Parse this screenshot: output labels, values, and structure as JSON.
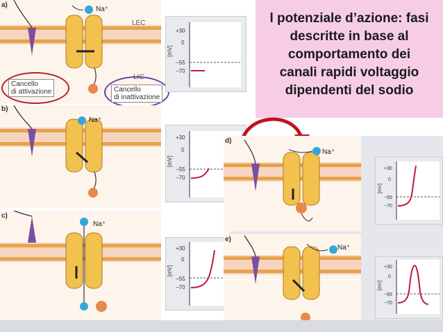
{
  "title": {
    "lines": [
      "l potenziale d’azione: fasi",
      "descritte in base al",
      "comportamento dei",
      "canali rapidi voltaggio",
      "dipendenti del sodio"
    ]
  },
  "panels": [
    {
      "tag": "a)",
      "ion": "Na⁺"
    },
    {
      "tag": "b)",
      "ion": "Na⁺"
    },
    {
      "tag": "c)",
      "ion": "Na⁺"
    },
    {
      "tag": "d)",
      "ion": "Na⁺"
    },
    {
      "tag": "e)",
      "ion": "Na⁺"
    }
  ],
  "labels": {
    "lec": "LEC",
    "lic": "LIC",
    "activation_gate": [
      "Cancello",
      "di attivazione"
    ],
    "inactivation_gate": [
      "Cancello",
      "di inattivazione"
    ]
  },
  "graph_axis": {
    "ylabel": "[mV]",
    "ticks": [
      "+30",
      "0",
      "−55",
      "−70"
    ]
  },
  "colors": {
    "membrane_head": "#e8a24a",
    "channel": "#f2c14e",
    "voltage_trace": "#c0183a",
    "na_ion": "#33a7d8",
    "gate_ball": "#e8884a",
    "title_bg": "#f7cde6",
    "arrow": "#c0121f"
  }
}
